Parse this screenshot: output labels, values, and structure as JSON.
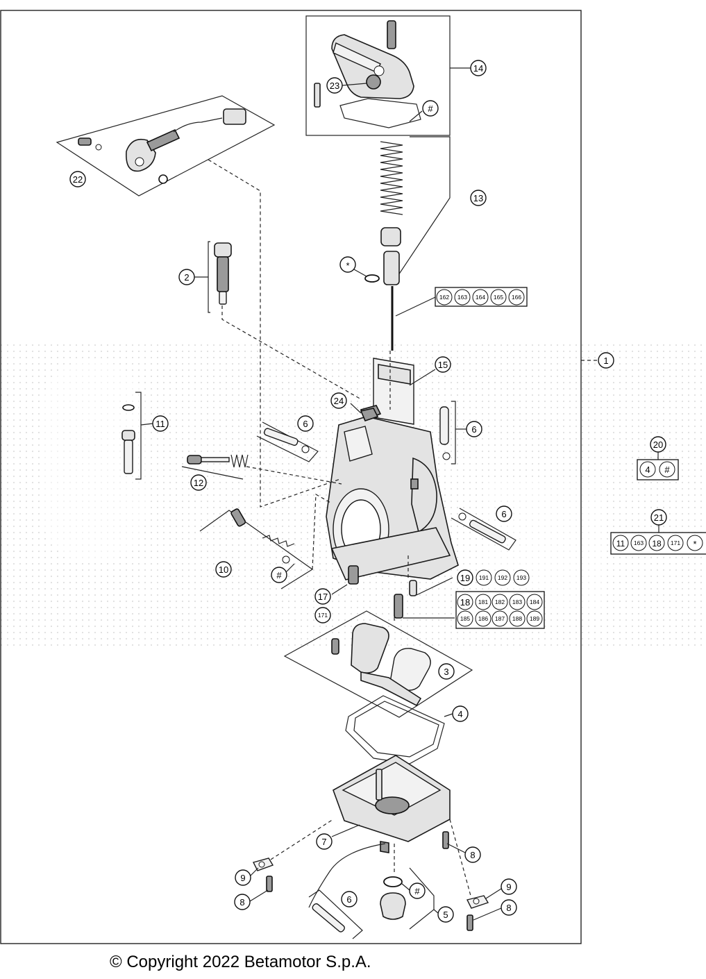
{
  "copyright": "© Copyright 2022 Betamotor S.p.A.",
  "callouts": {
    "c1": "1",
    "c2": "2",
    "c3": "3",
    "c4": "4",
    "c5": "5",
    "c6a": "6",
    "c6b": "6",
    "c6c": "6",
    "c6d": "6",
    "c7": "7",
    "c8a": "8",
    "c8b": "8",
    "c8c": "8",
    "c9a": "9",
    "c9b": "9",
    "c10": "10",
    "c11": "11",
    "c12": "12",
    "c13": "13",
    "c14": "14",
    "c15": "15",
    "c17": "17",
    "c171": "171",
    "c19": "19",
    "c20": "20",
    "c21": "21",
    "c22": "22",
    "c23": "23",
    "c24": "24",
    "hash14": "#",
    "hash10": "#",
    "hash5": "#",
    "star13": "*"
  },
  "part_groups": {
    "needle_jets": [
      "162",
      "163",
      "164",
      "165",
      "166"
    ],
    "group_19": [
      "191",
      "192",
      "193"
    ],
    "group_18": [
      "18",
      "181",
      "182",
      "183",
      "184",
      "185",
      "186",
      "187",
      "188",
      "189"
    ],
    "kit_20": [
      "4",
      "#"
    ],
    "kit_21": [
      "11",
      "163",
      "18",
      "171",
      "*"
    ]
  }
}
